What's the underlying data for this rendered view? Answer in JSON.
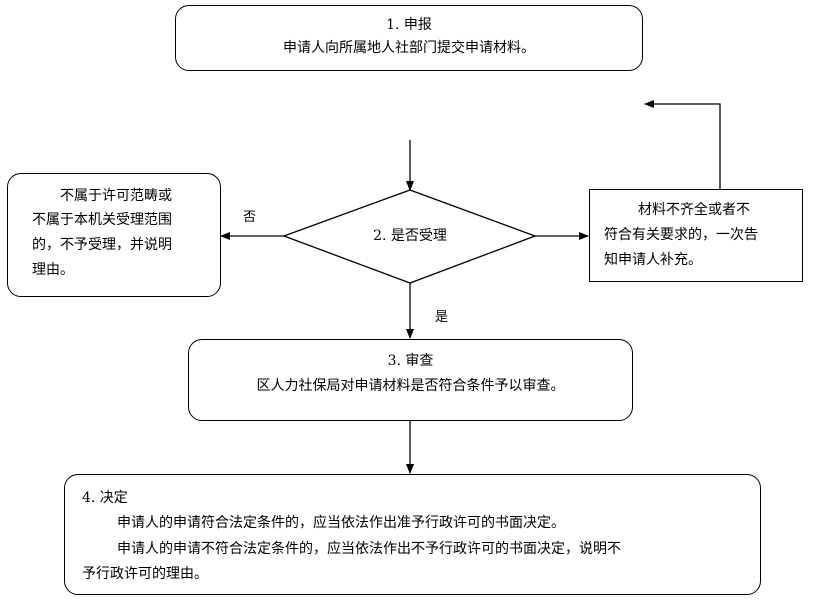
{
  "step1": {
    "title": "1. 申报",
    "body": "申请人向所属地人社部门提交申请材料。"
  },
  "step2": {
    "title": "2. 是否受理",
    "no_label": "否",
    "yes_label": "是"
  },
  "reject_box": {
    "lines": [
      "不属于许可范畴或",
      "不属于本机关受理范围",
      "的，不予受理，并说明",
      "理由。"
    ]
  },
  "supplement_box": {
    "lines": [
      "材料不齐全或者不",
      "符合有关要求的，一次告",
      "知申请人补充。"
    ]
  },
  "step3": {
    "title": "3. 审查",
    "body": "区人力社保局对申请材料是否符合条件予以审查。"
  },
  "step4": {
    "title": "4. 决定",
    "line1": "申请人的申请符合法定条件的，应当依法作出准予行政许可的书面决定。",
    "line2": "申请人的申请不符合法定条件的，应当依法作出不予行政许可的书面决定，说明不",
    "line3": "予行政许可的理由。"
  }
}
